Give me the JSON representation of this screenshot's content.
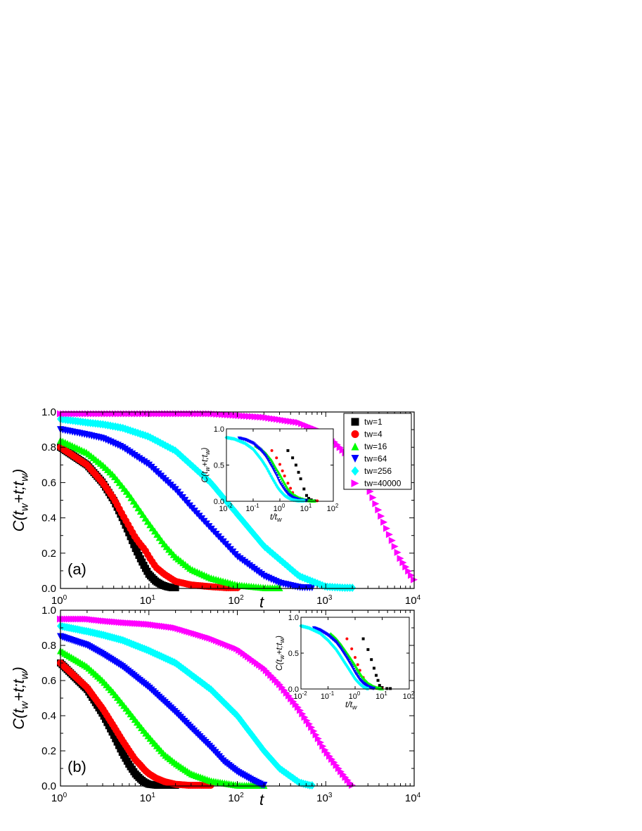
{
  "chart_data": [
    {
      "type": "scatter",
      "panel_label": "(a)",
      "xscale": "log",
      "xlabel": "t",
      "ylabel": "C(t_w+t;t_w)",
      "xlim": [
        1,
        10000
      ],
      "ylim": [
        0.0,
        1.0
      ],
      "xticks": [
        "10^0",
        "10^1",
        "10^2",
        "10^3",
        "10^4"
      ],
      "yticks": [
        "0.0",
        "0.2",
        "0.4",
        "0.6",
        "0.8",
        "1.0"
      ],
      "legend_position": "top-right",
      "series": [
        {
          "name": "tw=1",
          "marker": "square",
          "color": "#000000",
          "x": [
            1,
            2,
            3,
            4,
            5,
            6,
            7,
            8,
            9,
            10,
            12,
            14,
            16,
            20
          ],
          "y": [
            0.8,
            0.7,
            0.6,
            0.5,
            0.4,
            0.31,
            0.23,
            0.17,
            0.12,
            0.08,
            0.04,
            0.02,
            0.01,
            0.0
          ]
        },
        {
          "name": "tw=4",
          "marker": "circle",
          "color": "#ff0000",
          "x": [
            1,
            2,
            3,
            4,
            5,
            6,
            7,
            8,
            9,
            10,
            12,
            15,
            20,
            30,
            50,
            100
          ],
          "y": [
            0.8,
            0.7,
            0.6,
            0.51,
            0.42,
            0.35,
            0.29,
            0.25,
            0.22,
            0.18,
            0.12,
            0.08,
            0.04,
            0.02,
            0.01,
            0.0
          ]
        },
        {
          "name": "tw=16",
          "marker": "triangle-up",
          "color": "#00ff00",
          "x": [
            1,
            2,
            3,
            4,
            5,
            6,
            8,
            10,
            15,
            20,
            30,
            50,
            100,
            200,
            300
          ],
          "y": [
            0.84,
            0.77,
            0.7,
            0.64,
            0.58,
            0.53,
            0.44,
            0.37,
            0.25,
            0.18,
            0.11,
            0.06,
            0.02,
            0.005,
            0.0
          ]
        },
        {
          "name": "tw=64",
          "marker": "triangle-down",
          "color": "#0000ff",
          "x": [
            1,
            2,
            3,
            5,
            10,
            20,
            30,
            50,
            100,
            200,
            300,
            500,
            700
          ],
          "y": [
            0.9,
            0.87,
            0.85,
            0.8,
            0.7,
            0.56,
            0.46,
            0.34,
            0.18,
            0.07,
            0.03,
            0.005,
            0.0
          ]
        },
        {
          "name": "tw=256",
          "marker": "diamond",
          "color": "#00ffff",
          "x": [
            1,
            2,
            3,
            5,
            10,
            20,
            50,
            100,
            200,
            500,
            1000,
            1500,
            2000
          ],
          "y": [
            0.96,
            0.94,
            0.93,
            0.91,
            0.86,
            0.78,
            0.6,
            0.42,
            0.24,
            0.07,
            0.01,
            0.005,
            0.0
          ]
        },
        {
          "name": "tw=40000",
          "marker": "triangle-right",
          "color": "#ff00ff",
          "x": [
            1,
            2,
            3,
            10,
            50,
            100,
            200,
            500,
            1000,
            2000,
            3000,
            5000,
            7000,
            10000
          ],
          "y": [
            0.99,
            0.99,
            0.99,
            0.99,
            0.99,
            0.98,
            0.97,
            0.94,
            0.88,
            0.73,
            0.58,
            0.33,
            0.17,
            0.05
          ]
        }
      ],
      "inset": {
        "xscale": "log",
        "xlabel": "t/t_w",
        "ylabel": "C(t_w+t;t_w)",
        "xlim": [
          0.01,
          100
        ],
        "ylim": [
          0.0,
          1.0
        ],
        "xticks": [
          "10^-2",
          "10^-1",
          "10^0",
          "10^1",
          "10^2"
        ],
        "yticks": [
          "0.0",
          "0.5",
          "1.0"
        ],
        "series": [
          {
            "name": "tw=1",
            "x": [
              2,
              3,
              4,
              5,
              6,
              8,
              10,
              12,
              15,
              20
            ],
            "y": [
              0.7,
              0.6,
              0.5,
              0.4,
              0.31,
              0.17,
              0.08,
              0.04,
              0.02,
              0.0
            ]
          },
          {
            "name": "tw=4",
            "x": [
              0.5,
              0.75,
              1,
              1.25,
              1.5,
              2,
              2.5,
              3,
              4,
              5,
              8,
              12,
              25
            ],
            "y": [
              0.7,
              0.6,
              0.51,
              0.42,
              0.35,
              0.25,
              0.18,
              0.12,
              0.06,
              0.04,
              0.02,
              0.01,
              0.0
            ]
          },
          {
            "name": "tw=16",
            "x": [
              0.125,
              0.2,
              0.3,
              0.5,
              0.7,
              1,
              1.5,
              2,
              3,
              5,
              10,
              20
            ],
            "y": [
              0.77,
              0.72,
              0.66,
              0.56,
              0.46,
              0.37,
              0.25,
              0.17,
              0.1,
              0.05,
              0.015,
              0.0
            ]
          },
          {
            "name": "tw=64",
            "x": [
              0.03,
              0.05,
              0.1,
              0.2,
              0.3,
              0.5,
              0.8,
              1,
              1.5,
              2,
              3,
              5,
              10
            ],
            "y": [
              0.87,
              0.85,
              0.8,
              0.7,
              0.62,
              0.48,
              0.34,
              0.26,
              0.16,
              0.1,
              0.05,
              0.02,
              0.0
            ]
          },
          {
            "name": "tw=256",
            "x": [
              0.01,
              0.02,
              0.05,
              0.1,
              0.2,
              0.3,
              0.5,
              0.8,
              1,
              1.5,
              2,
              3,
              5,
              8
            ],
            "y": [
              0.88,
              0.86,
              0.8,
              0.72,
              0.58,
              0.48,
              0.33,
              0.2,
              0.15,
              0.08,
              0.05,
              0.02,
              0.005,
              0.0
            ]
          },
          {
            "name": "tw=40000",
            "x": [],
            "y": []
          }
        ]
      }
    },
    {
      "type": "scatter",
      "panel_label": "(b)",
      "xscale": "log",
      "xlabel": "t",
      "ylabel": "C(t_w+t;t_w)",
      "xlim": [
        1,
        10000
      ],
      "ylim": [
        0.0,
        1.0
      ],
      "xticks": [
        "10^0",
        "10^1",
        "10^2",
        "10^3",
        "10^4"
      ],
      "yticks": [
        "0.0",
        "0.2",
        "0.4",
        "0.6",
        "0.8",
        "1.0"
      ],
      "series": [
        {
          "name": "tw=1",
          "marker": "square",
          "color": "#000000",
          "x": [
            1,
            2,
            3,
            4,
            5,
            6,
            7,
            8,
            9,
            10,
            12,
            15,
            20
          ],
          "y": [
            0.7,
            0.55,
            0.41,
            0.29,
            0.19,
            0.12,
            0.07,
            0.04,
            0.02,
            0.01,
            0.005,
            0.0,
            0.0
          ]
        },
        {
          "name": "tw=4",
          "marker": "circle",
          "color": "#ff0000",
          "x": [
            1,
            2,
            3,
            4,
            5,
            6,
            7,
            8,
            9,
            10,
            12,
            15,
            20,
            30,
            50
          ],
          "y": [
            0.7,
            0.56,
            0.44,
            0.34,
            0.26,
            0.2,
            0.15,
            0.12,
            0.09,
            0.07,
            0.045,
            0.025,
            0.01,
            0.003,
            0.0
          ]
        },
        {
          "name": "tw=16",
          "marker": "triangle-up",
          "color": "#00ff00",
          "x": [
            1,
            2,
            3,
            4,
            5,
            6,
            8,
            10,
            15,
            20,
            30,
            50,
            100,
            200
          ],
          "y": [
            0.77,
            0.68,
            0.6,
            0.53,
            0.47,
            0.42,
            0.34,
            0.28,
            0.18,
            0.13,
            0.07,
            0.03,
            0.005,
            0.0
          ]
        },
        {
          "name": "tw=64",
          "marker": "triangle-down",
          "color": "#0000ff",
          "x": [
            1,
            2,
            3,
            5,
            10,
            20,
            30,
            50,
            70,
            100,
            150,
            200
          ],
          "y": [
            0.85,
            0.8,
            0.75,
            0.68,
            0.56,
            0.42,
            0.33,
            0.22,
            0.14,
            0.08,
            0.03,
            0.0
          ]
        },
        {
          "name": "tw=256",
          "marker": "diamond",
          "color": "#00ffff",
          "x": [
            1,
            2,
            3,
            5,
            10,
            20,
            50,
            100,
            200,
            300,
            500,
            700
          ],
          "y": [
            0.91,
            0.88,
            0.86,
            0.83,
            0.77,
            0.7,
            0.55,
            0.4,
            0.2,
            0.1,
            0.02,
            0.0
          ]
        },
        {
          "name": "tw=40000",
          "marker": "triangle-right",
          "color": "#ff00ff",
          "x": [
            1,
            2,
            3,
            5,
            10,
            20,
            50,
            100,
            200,
            300,
            500,
            700,
            1000,
            1500,
            2000
          ],
          "y": [
            0.95,
            0.95,
            0.94,
            0.93,
            0.92,
            0.9,
            0.84,
            0.78,
            0.67,
            0.58,
            0.44,
            0.33,
            0.2,
            0.08,
            0.0
          ]
        }
      ],
      "inset": {
        "xscale": "log",
        "xlabel": "t/t_w",
        "ylabel": "C(t_w+t;t_w)",
        "xlim": [
          0.01,
          100
        ],
        "ylim": [
          0.0,
          1.0
        ],
        "xticks": [
          "10^-2",
          "10^-1",
          "10^0",
          "10^1",
          "10^2"
        ],
        "yticks": [
          "0.0",
          "0.5",
          "1.0"
        ],
        "series": [
          {
            "name": "tw=1",
            "x": [
              2,
              3,
              4,
              5,
              6,
              7,
              8,
              10,
              15,
              20
            ],
            "y": [
              0.7,
              0.55,
              0.41,
              0.29,
              0.19,
              0.12,
              0.05,
              0.02,
              0.0,
              0.0
            ]
          },
          {
            "name": "tw=4",
            "x": [
              0.5,
              0.75,
              1,
              1.25,
              1.5,
              2,
              2.5,
              3,
              4,
              6,
              10
            ],
            "y": [
              0.7,
              0.56,
              0.44,
              0.34,
              0.26,
              0.16,
              0.1,
              0.06,
              0.03,
              0.01,
              0.0
            ]
          },
          {
            "name": "tw=16",
            "x": [
              0.125,
              0.2,
              0.3,
              0.5,
              0.7,
              1,
              1.5,
              2,
              3,
              5,
              10
            ],
            "y": [
              0.77,
              0.7,
              0.62,
              0.5,
              0.42,
              0.33,
              0.22,
              0.15,
              0.08,
              0.03,
              0.0
            ]
          },
          {
            "name": "tw=64",
            "x": [
              0.03,
              0.05,
              0.1,
              0.2,
              0.3,
              0.5,
              0.8,
              1,
              1.5,
              2,
              3,
              5
            ],
            "y": [
              0.85,
              0.82,
              0.75,
              0.65,
              0.56,
              0.43,
              0.3,
              0.23,
              0.13,
              0.08,
              0.03,
              0.0
            ]
          },
          {
            "name": "tw=256",
            "x": [
              0.01,
              0.02,
              0.05,
              0.1,
              0.2,
              0.3,
              0.5,
              0.8,
              1,
              1.5,
              2,
              3
            ],
            "y": [
              0.88,
              0.85,
              0.78,
              0.68,
              0.55,
              0.45,
              0.32,
              0.2,
              0.14,
              0.07,
              0.03,
              0.0
            ]
          },
          {
            "name": "tw=40000",
            "x": [],
            "y": []
          }
        ]
      }
    }
  ]
}
